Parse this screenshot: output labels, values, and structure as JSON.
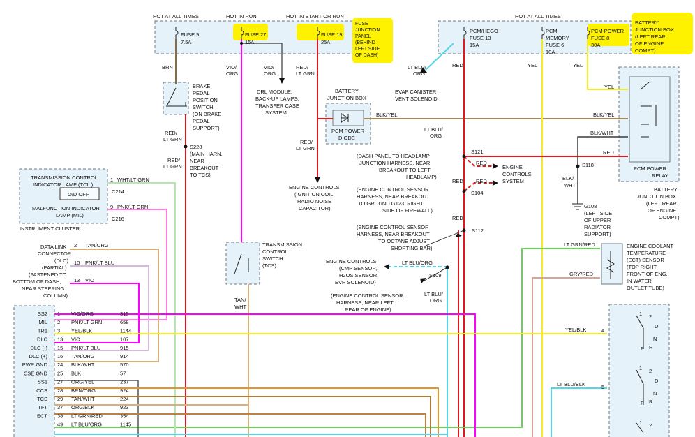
{
  "colors": {
    "red": "#e2171b",
    "yellow": "#f4ea2a",
    "magenta": "#ff00ff",
    "violet": "#a500d6",
    "brown": "#8a6b3a",
    "tan": "#d8b07a",
    "pink_lt_grn": "#ff7fe0",
    "lt_blu": "#52d6e8",
    "lt_grn": "#6ccf5b",
    "org": "#e3962c",
    "blk": "#3a3a3a",
    "highlight": "#fff200"
  },
  "power": {
    "hot_all_times_left": "HOT AT ALL TIMES",
    "hot_in_run": "HOT IN RUN",
    "hot_start_run": "HOT IN START OR RUN",
    "hot_all_times_right": "HOT AT ALL TIMES"
  },
  "fuses": {
    "f9_name": "FUSE 9",
    "f9_amp": "7.5A",
    "f27_name": "FUSE 27",
    "f27_amp": "15A",
    "f19_name": "FUSE 19",
    "f19_amp": "25A",
    "panel": [
      "FUSE",
      "JUNCTION",
      "PANEL",
      "(BEHIND",
      "LEFT SIDE",
      "OF DASH)"
    ],
    "f13": [
      "PCM/HEGO",
      "FUSE 13",
      "15A"
    ],
    "f6": [
      "PCM",
      "MEMORY",
      "FUSE 6",
      "10A"
    ],
    "f8": [
      "PCM POWER",
      "FUSE 8",
      "30A"
    ],
    "bjb": [
      "BATTERY",
      "JUNCTION BOX",
      "(LEFT REAR",
      "OF ENGINE",
      "COMPT)"
    ]
  },
  "wires": {
    "brn": "BRN",
    "vio_org_1": [
      "VIO/",
      "ORG"
    ],
    "vio_org_2": [
      "VIO/",
      "ORG"
    ],
    "red_ltgrn_1": [
      "RED/",
      "LT GRN"
    ],
    "red_ltgrn_2": [
      "RED/",
      "LT GRN"
    ],
    "red_ltgrn_3": [
      "RED/",
      "LT GRN"
    ],
    "red_ltgrn_4": [
      "RED/",
      "LT GRN"
    ],
    "ltblu_org_1": [
      "LT BLU/",
      "ORG"
    ],
    "ltblu_org_2": [
      "LT BLU/",
      "ORG"
    ],
    "ltblu_org_3": "LT BLU/ORG",
    "ltblu_org_4": [
      "LT BLU/",
      "ORG"
    ],
    "red_a": "RED",
    "red_b": "RED",
    "red_c": "RED",
    "red_d": "RED",
    "red_e": "RED",
    "red_f": "RED",
    "yel_1": "YEL",
    "yel_2": "YEL",
    "yel_3": "YEL",
    "blk_yel_1": "BLK/YEL",
    "blk_yel_2": "BLK/YEL",
    "blk_wht_1": "BLK/WHT",
    "blk_wht_2": [
      "BLK/",
      "WHT"
    ],
    "tan_wht": [
      "TAN/",
      "WHT"
    ],
    "lt_grn_red": "LT GRN/RED",
    "gry_red": "GRY/RED",
    "yel_blk": "YEL/BLK",
    "lt_blu_blk": "LT BLU/BLK",
    "pin4": "4",
    "pin5": "5"
  },
  "components": {
    "bpp": [
      "BRAKE",
      "PEDAL",
      "POSITION",
      "SWITCH",
      "(ON BRAKE",
      "PEDAL",
      "SUPPORT)"
    ],
    "s228": [
      "S228",
      "(MAIN HARN,",
      "NEAR",
      "BREAKOUT",
      "TO TCS)"
    ],
    "drl": [
      "DRL MODULE,",
      "BACK-UP LAMPS,",
      "TRANSFER CASE",
      "SYSTEM"
    ],
    "bjb_diode_title": [
      "BATTERY",
      "JUNCTION BOX"
    ],
    "pcm_diode": [
      "PCM POWER",
      "DIODE"
    ],
    "evap": [
      "EVAP CANISTER",
      "VENT SOLENOID"
    ],
    "ec_ignition": [
      "ENGINE CONTROLS",
      "(IGNITION COIL,",
      "RADIO NOISE",
      "CAPACITOR)"
    ],
    "tcs": [
      "TRANSMISSION",
      "CONTROL",
      "SWITCH",
      "(TCS)"
    ],
    "relay": [
      "PCM POWER",
      "RELAY"
    ],
    "bjb_right": [
      "BATTERY",
      "JUNCTION BOX",
      "(LEFT REAR",
      "OF ENGINE",
      "COMPT)"
    ],
    "s118": "S118",
    "g108": [
      "G108",
      "(LEFT SIDE",
      "OF UPPER",
      "RADIATOR",
      "SUPPORT)"
    ],
    "s121": "S121",
    "s121_desc": [
      "(DASH PANEL TO HEADLAMP",
      "JUNCTION HARNESS, NEAR",
      "BREAKOUT TO LEFT",
      "HEADLAMP)"
    ],
    "ec_system": [
      "ENGINE",
      "CONTROLS",
      "SYSTEM"
    ],
    "s104": "S104",
    "s104_desc": [
      "(ENGINE CONTROL SENSOR",
      "HARNESS, NEAR BREAKOUT",
      "TO GROUND G123, RIGHT",
      "SIDE OF FIREWALL)"
    ],
    "s112": "S112",
    "s112_desc": [
      "(ENGINE CONTROL SENSOR",
      "HARNESS, NEAR BREAKOUT",
      "TO OCTANE ADJUST",
      "SHORTING BAR)"
    ],
    "ec_cmp": [
      "ENGINE CONTROLS",
      "(CMP SENSOR,",
      "H2OS SENSOR,",
      "EVR SOLENOID)"
    ],
    "s109": "S109",
    "s109_desc": [
      "(ENGINE CONTROL SENSOR",
      "HARNESS, NEAR LEFT",
      "REAR OF ENGINE)"
    ],
    "ect": [
      "ENGINE COOLANT",
      "TEMPERATURE",
      "(ECT) SENSOR",
      "(TOP RIGHT",
      "FRONT OF ENG,",
      "IN WATER",
      "OUTLET TUBE)"
    ]
  },
  "cluster": {
    "tcil": [
      "TRANSMISSION CONTROL",
      "INDICATOR LAMP (TCIL)"
    ],
    "od_off": "O/D OFF",
    "mil": [
      "MALFUNCTION INDICATOR",
      "LAMP (MIL)"
    ],
    "pin1": "1",
    "pin1_wire": "WHT/LT GRN",
    "c214": "C214",
    "pin9": "9",
    "pin9_wire": "PNK/LT GRN",
    "c216": "C216",
    "label": "INSTRUMENT CLUSTER"
  },
  "dlc": {
    "label": [
      "DATA LINK",
      "CONNECTOR",
      "(DLC)",
      "(PARTIAL)",
      "(FASTENED TO",
      "BOTTOM OF DASH,",
      "NEAR STEERING",
      "COLUMN)"
    ],
    "pins": [
      {
        "pin": "2",
        "wire": "TAN/ORG"
      },
      {
        "pin": "10",
        "wire": "PNK/LT BLU"
      },
      {
        "pin": "13",
        "wire": "VIO"
      }
    ]
  },
  "pcm_rows": [
    {
      "name": "SS2",
      "pin": "1",
      "wire": "VIO/ORG",
      "circuit": "315"
    },
    {
      "name": "MIL",
      "pin": "2",
      "wire": "PNK/LT GRN",
      "circuit": "658"
    },
    {
      "name": "TR1",
      "pin": "3",
      "wire": "YEL/BLK",
      "circuit": "1144"
    },
    {
      "name": "DLC",
      "pin": "13",
      "wire": "VIO",
      "circuit": "107"
    },
    {
      "name": "DLC (-)",
      "pin": "15",
      "wire": "PNK/LT BLU",
      "circuit": "915"
    },
    {
      "name": "DLC (+)",
      "pin": "16",
      "wire": "TAN/ORG",
      "circuit": "914"
    },
    {
      "name": "PWR GND",
      "pin": "24",
      "wire": "BLK/WHT",
      "circuit": "570"
    },
    {
      "name": "CSE GND",
      "pin": "25",
      "wire": "BLK",
      "circuit": "57"
    },
    {
      "name": "SS1",
      "pin": "27",
      "wire": "ORG/YEL",
      "circuit": "237"
    },
    {
      "name": "CCS",
      "pin": "28",
      "wire": "BRN/ORG",
      "circuit": "924"
    },
    {
      "name": "TCS",
      "pin": "29",
      "wire": "TAN/WHT",
      "circuit": "224"
    },
    {
      "name": "TFT",
      "pin": "37",
      "wire": "ORG/BLK",
      "circuit": "923"
    },
    {
      "name": "ECT",
      "pin": "38",
      "wire": "LT GRN/RED",
      "circuit": "354"
    },
    {
      "name": "",
      "pin": "49",
      "wire": "LT BLU/ORG",
      "circuit": "1145"
    }
  ],
  "trs": {
    "letters_a": [
      "1",
      "2",
      "D",
      "N",
      "R",
      "P"
    ],
    "letters_b": [
      "1",
      "2",
      "D",
      "N",
      "R",
      "P"
    ],
    "letters_c": [
      "1",
      "2"
    ]
  }
}
